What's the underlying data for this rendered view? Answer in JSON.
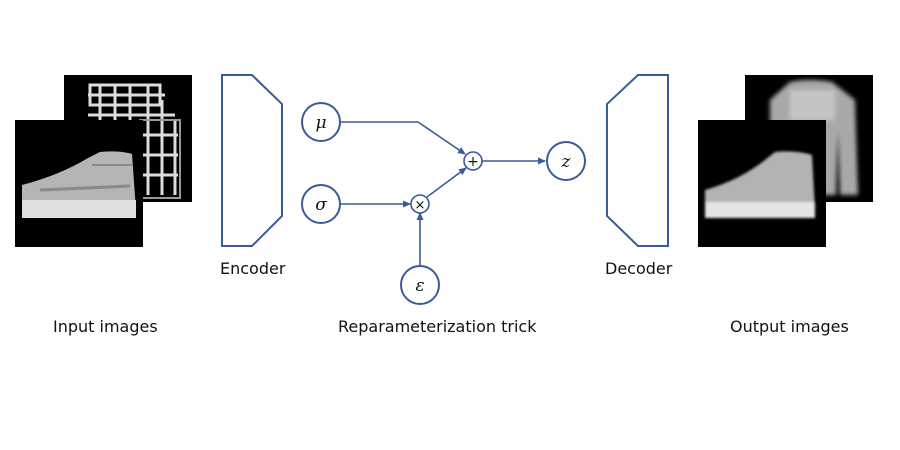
{
  "labels": {
    "encoder": "Encoder",
    "decoder": "Decoder",
    "input_images": "Input images",
    "reparameterization": "Reparameterization trick",
    "output_images": "Output images"
  },
  "symbols": {
    "mu": "μ",
    "sigma": "σ",
    "epsilon": "ε",
    "z": "z",
    "plus": "+",
    "times": "×"
  },
  "colors": {
    "stroke": "#3a5b9a",
    "image_background": "#000000"
  }
}
